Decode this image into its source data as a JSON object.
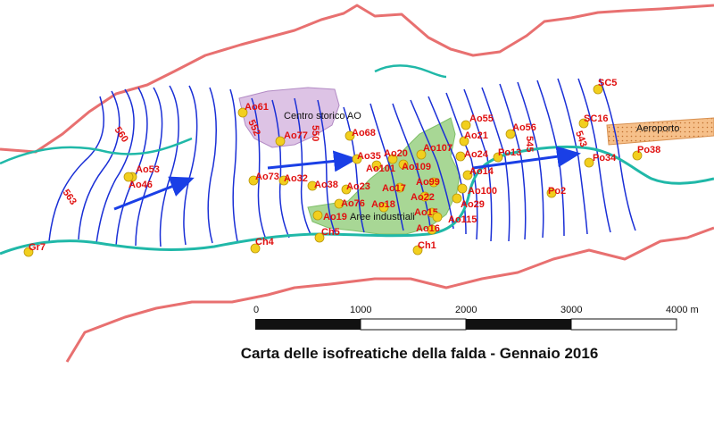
{
  "title": "Carta delle isofreatiche  della falda - Gennaio 2016",
  "areas": {
    "historic_center": "Centro storico AO",
    "industrial": "Aree industriali",
    "airport": "Aeroporto"
  },
  "contour_labels": [
    "560",
    "563",
    "552",
    "550",
    "545",
    "543"
  ],
  "scale_bar": {
    "ticks": [
      "0",
      "1000",
      "2000",
      "3000",
      "4000 m"
    ]
  },
  "wells": [
    "Ao61",
    "Ao77",
    "Ao68",
    "Ao53",
    "Ao46",
    "Ao73",
    "Ao32",
    "Ao35",
    "Ao20",
    "Ao101",
    "Ao109",
    "Ao107",
    "Ao55",
    "Ao21",
    "Ao56",
    "Ao24",
    "Ao14",
    "Ao38",
    "Ao23",
    "Ao17",
    "Ao99",
    "Ao22",
    "Ao76",
    "Ao18",
    "Ao15",
    "Ao29",
    "Ao100",
    "Ao19",
    "Ao115",
    "Ao16",
    "Ch5",
    "Ch4",
    "Ch1",
    "Gr7",
    "Po13",
    "Po2",
    "Po34",
    "Po38",
    "SC5",
    "SC16"
  ],
  "colors": {
    "contour": "#1a2fd6",
    "river": "#20b8a8",
    "ridge": "#e87070",
    "well_fill": "#f2cf1e",
    "well_label": "#e01010",
    "flow_arrow": "#1a3fe6",
    "historic_fill": "#d7b8e0",
    "industrial_fill": "#9fd38a",
    "airport_fill": "#f6c08a"
  }
}
